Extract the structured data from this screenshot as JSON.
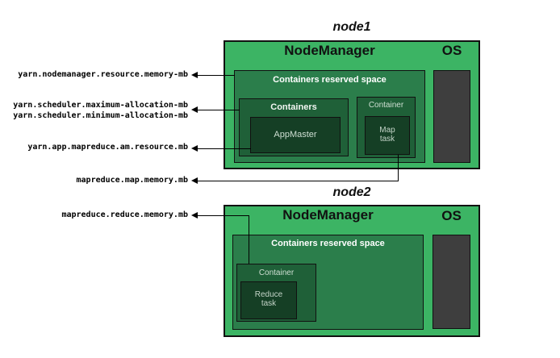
{
  "colors": {
    "node_green": "#3cb464",
    "reserved_green": "#2b7e4b",
    "container_green": "#1f6038",
    "task_green": "#153f25",
    "os_gray": "#3e3e3e",
    "line_black": "#000000"
  },
  "left_labels": [
    {
      "text": "yarn.nodemanager.resource.memory-mb"
    },
    {
      "text": "yarn.scheduler.maximum-allocation-mb"
    },
    {
      "text": "yarn.scheduler.minimum-allocation-mb"
    },
    {
      "text": "yarn.app.mapreduce.am.resource.mb"
    },
    {
      "text": "mapreduce.map.memory.mb"
    },
    {
      "text": "mapreduce.reduce.memory.mb"
    }
  ],
  "node1": {
    "title": "node1",
    "nodemanager_label": "NodeManager",
    "os_label": "OS",
    "reserved_label": "Containers reserved space",
    "containers_label": "Containers",
    "appmaster_label": "AppMaster",
    "container_label": "Container",
    "task": [
      "Map",
      "task"
    ]
  },
  "node2": {
    "title": "node2",
    "nodemanager_label": "NodeManager",
    "os_label": "OS",
    "reserved_label": "Containers reserved space",
    "container_label": "Container",
    "task": [
      "Reduce",
      "task"
    ]
  }
}
